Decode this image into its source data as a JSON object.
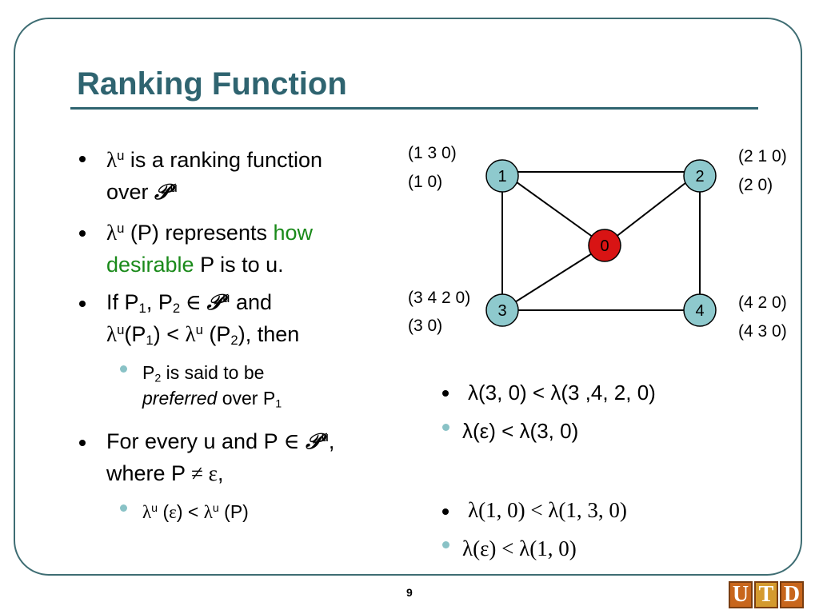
{
  "title": "Ranking Function",
  "page_number": "9",
  "logo": [
    "U",
    "T",
    "D"
  ],
  "left": {
    "b1": {
      "lambda": "λ",
      "u": "u",
      "text1": " is a ranking function",
      "text2": "over ",
      "P": "𝒫",
      "u2": "u"
    },
    "b2": {
      "lambda": "λ",
      "u": "u",
      "text1": " (P) represents ",
      "green1": "how",
      "green2": "desirable",
      "text2": " P is to u."
    },
    "b3": {
      "l1a": "If P",
      "s1": "1",
      "l1b": ", P",
      "s2": "2",
      "in": " ∈ ",
      "P": "𝒫",
      "u": "u",
      "l1c": " and",
      "lambda": "λ",
      "u2": "u",
      "l2a": "(P",
      "s3": "1",
      "l2b": ") < ",
      "lambda2": "λ",
      "u3": "u",
      "l2c": " (P",
      "s4": "2",
      "l2d": "), then"
    },
    "sb3": {
      "a": "P",
      "sub": "2",
      "b": " is said to be",
      "em": "preferred",
      "c": " over P",
      "sub2": "1"
    },
    "b4": {
      "a": "For every u and P ",
      "in": "∈",
      "P": "𝒫",
      "u": "u",
      "comma": ",",
      "b": "where P ",
      "neq": "≠",
      "eps": " ε",
      "c": ","
    },
    "sb4": {
      "lambda": "λ",
      "u": "u",
      "a": " (",
      "eps": "ε",
      "b": ") < ",
      "lambda2": "λ",
      "u2": "u",
      "c": " (P)"
    }
  },
  "graph": {
    "nodes": [
      {
        "id": "0",
        "color": "#d81414"
      },
      {
        "id": "1",
        "color": "#8ec9cd"
      },
      {
        "id": "2",
        "color": "#8ec9cd"
      },
      {
        "id": "3",
        "color": "#8ec9cd"
      },
      {
        "id": "4",
        "color": "#8ec9cd"
      }
    ],
    "labels": {
      "n1a": "(1 3 0)",
      "n1b": "(1 0)",
      "n2a": "(2 1 0)",
      "n2b": "(2 0)",
      "n3a": "(3 4 2 0)",
      "n3b": "(3 0)",
      "n4a": "(4 2 0)",
      "n4b": "(4 3 0)"
    }
  },
  "right": {
    "r1": "λ(3, 0) < λ(3 ,4, 2, 0)",
    "r2": "λ(ε) < λ(3, 0)",
    "r3": "λ(1, 0) < λ(1, 3, 0)",
    "r4": "λ(ε) < λ(1, 0)"
  }
}
